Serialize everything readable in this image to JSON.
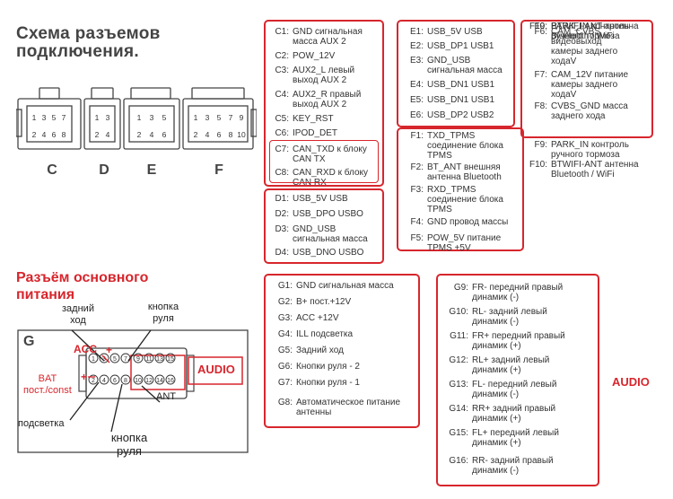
{
  "title": "Схема разъемов\nподключения.",
  "connectors": [
    "C",
    "D",
    "E",
    "F"
  ],
  "pins": {
    "c_top": [
      "1",
      "3",
      "5",
      "7"
    ],
    "c_bot": [
      "2",
      "4",
      "6",
      "8"
    ],
    "d_top": [
      "1",
      "3"
    ],
    "d_bot": [
      "2",
      "4"
    ],
    "e_top": [
      "1",
      "3",
      "5"
    ],
    "e_bot": [
      "2",
      "4",
      "6"
    ],
    "f_top": [
      "1",
      "3",
      "5",
      "7",
      "9"
    ],
    "f_bot": [
      "2",
      "4",
      "6",
      "8",
      "10"
    ]
  },
  "c_list": [
    {
      "code": "C1:",
      "desc": "GND сигнальная\nмасса AUX 2"
    },
    {
      "code": "C2:",
      "desc": "POW_12V"
    },
    {
      "code": "C3:",
      "desc": "AUX2_L левый\nвыход AUX 2"
    },
    {
      "code": "C4:",
      "desc": "AUX2_R правый\nвыход AUX 2"
    },
    {
      "code": "C5:",
      "desc": "KEY_RST"
    },
    {
      "code": "C6:",
      "desc": "IPOD_DET"
    },
    {
      "code": "C7:",
      "desc": "CAN_TXD к блоку\nCAN TX"
    },
    {
      "code": "C8:",
      "desc": "CAN_RXD к блоку\nCAN RX"
    }
  ],
  "d_list": [
    {
      "code": "D1:",
      "desc": "USB_5V USB"
    },
    {
      "code": "D2:",
      "desc": "USB_DPO USBO"
    },
    {
      "code": "D3:",
      "desc": "GND_USB\nсигнальная масса"
    },
    {
      "code": "D4:",
      "desc": "USB_DNO USBO"
    }
  ],
  "e_list": [
    {
      "code": "E1:",
      "desc": "USB_5V USB"
    },
    {
      "code": "E2:",
      "desc": "USB_DP1 USB1"
    },
    {
      "code": "E3:",
      "desc": "GND_USB\nсигнальная масса"
    },
    {
      "code": "E4:",
      "desc": "USB_DN1 USB1"
    },
    {
      "code": "E5:",
      "desc": "USB_DN1 USB1"
    },
    {
      "code": "E6:",
      "desc": "USB_DP2 USB2"
    }
  ],
  "f1_list": [
    {
      "code": "F1:",
      "desc": "TXD_TPMS\nсоединение блока\nTPMS"
    },
    {
      "code": "F2:",
      "desc": "BT_ANT внешняя\nантенна Bluetooth"
    },
    {
      "code": "F3:",
      "desc": "RXD_TPMS\nсоединение блока\nTPMS"
    },
    {
      "code": "F4:",
      "desc": "GND провод массы"
    },
    {
      "code": "F5:",
      "desc": "POW_5V питание\nTPMS +5V"
    }
  ],
  "f6_list": [
    {
      "code": "F6:",
      "desc": "CAM_CVBS\nвидеовыход\nкамеры заднего\nходаV"
    },
    {
      "code": "F7:",
      "desc": "CAM_12V питание\nкамеры заднего\nходаV"
    },
    {
      "code": "F8:",
      "desc": "CVBS_GND масса\nзаднего хода"
    },
    {
      "code": "F9:",
      "desc": "PARK_IN контроль\nручного тормоза"
    },
    {
      "code": "F10:",
      "desc": "BTWIFI-ANT антенна\nBluetooth / WiFi"
    }
  ],
  "main_power_title": "Разъём основного\nпитания",
  "g_label": "G",
  "g_annotations": {
    "rear": "задний\nход",
    "wheel_top": "кнопка\nруля",
    "acc": "ACC",
    "bat": "BAT\nпост./const",
    "audio": "AUDIO",
    "ant": "ANT",
    "light": "подсветка",
    "wheel_bot": "кнопка\nруля"
  },
  "g_pins_top": [
    "1",
    "3",
    "5",
    "7",
    "9",
    "11",
    "13",
    "15"
  ],
  "g_pins_bot": [
    "2",
    "4",
    "6",
    "8",
    "10",
    "12",
    "14",
    "16"
  ],
  "g_list": [
    {
      "code": "G1:",
      "desc": "GND сигнальная масса"
    },
    {
      "code": "G2:",
      "desc": "B+ пост.+12V"
    },
    {
      "code": "G3:",
      "desc": "ACC +12V"
    },
    {
      "code": "G4:",
      "desc": "ILL подсветка"
    },
    {
      "code": "G5:",
      "desc": "Задний ход"
    },
    {
      "code": "G6:",
      "desc": "Кнопки руля - 2"
    },
    {
      "code": "G7:",
      "desc": "Кнопки руля - 1"
    },
    {
      "code": "G8:",
      "desc": "Автоматическое питание\nантенны"
    }
  ],
  "g2_list": [
    {
      "code": "G9:",
      "desc": "FR- передний правый\nдинамик (-)"
    },
    {
      "code": "G10:",
      "desc": "RL- задний левый\nдинамик (-)"
    },
    {
      "code": "G11:",
      "desc": "FR+ передний правый\nдинамик (+)"
    },
    {
      "code": "G12:",
      "desc": "RL+ задний левый\nдинамик (+)"
    },
    {
      "code": "G13:",
      "desc": "FL- передний левый\nдинамик (-)"
    },
    {
      "code": "G14:",
      "desc": "RR+ задний правый\nдинамик (+)"
    },
    {
      "code": "G15:",
      "desc": "FL+ передний левый\nдинамик (+)"
    },
    {
      "code": "G16:",
      "desc": "RR- задний правый\nдинамик (-)"
    }
  ],
  "audio_side_label": "AUDIO",
  "colors": {
    "accent": "#d7262d",
    "text": "#333333"
  }
}
